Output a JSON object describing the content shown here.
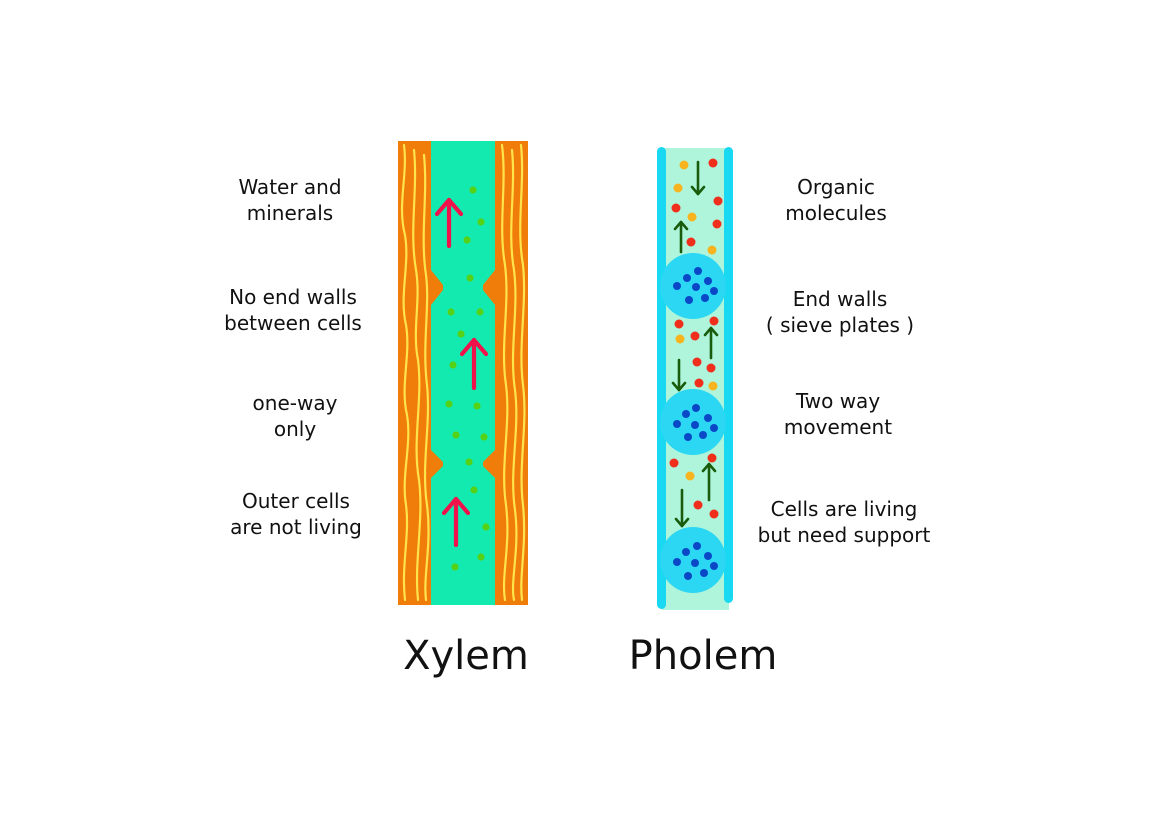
{
  "xylem": {
    "title": "Xylem",
    "labels": [
      "Water and\nminerals",
      "No end walls\nbetween cells",
      "one-way\nonly",
      "Outer cells\nare not living"
    ]
  },
  "phloem": {
    "title": "Pholem",
    "labels": [
      "Organic\nmolecules",
      "End walls\n( sieve plates )",
      "Two way\nmovement",
      "Cells are living\nbut need support"
    ]
  },
  "colors": {
    "xylem_wall": "#f07c0a",
    "xylem_fiber": "#ffe34a",
    "xylem_lumen": "#13eab0",
    "xylem_dot": "#55d116",
    "xylem_arrow": "#f0124a",
    "phloem_wall": "#18d8f2",
    "phloem_lumen": "#aff5dc",
    "sieve_plate": "#2bd7f2",
    "sieve_dot": "#0b48c8",
    "phloem_arrow": "#185c0c",
    "organic_red": "#ef2f1c",
    "organic_orange": "#f7b41e"
  }
}
